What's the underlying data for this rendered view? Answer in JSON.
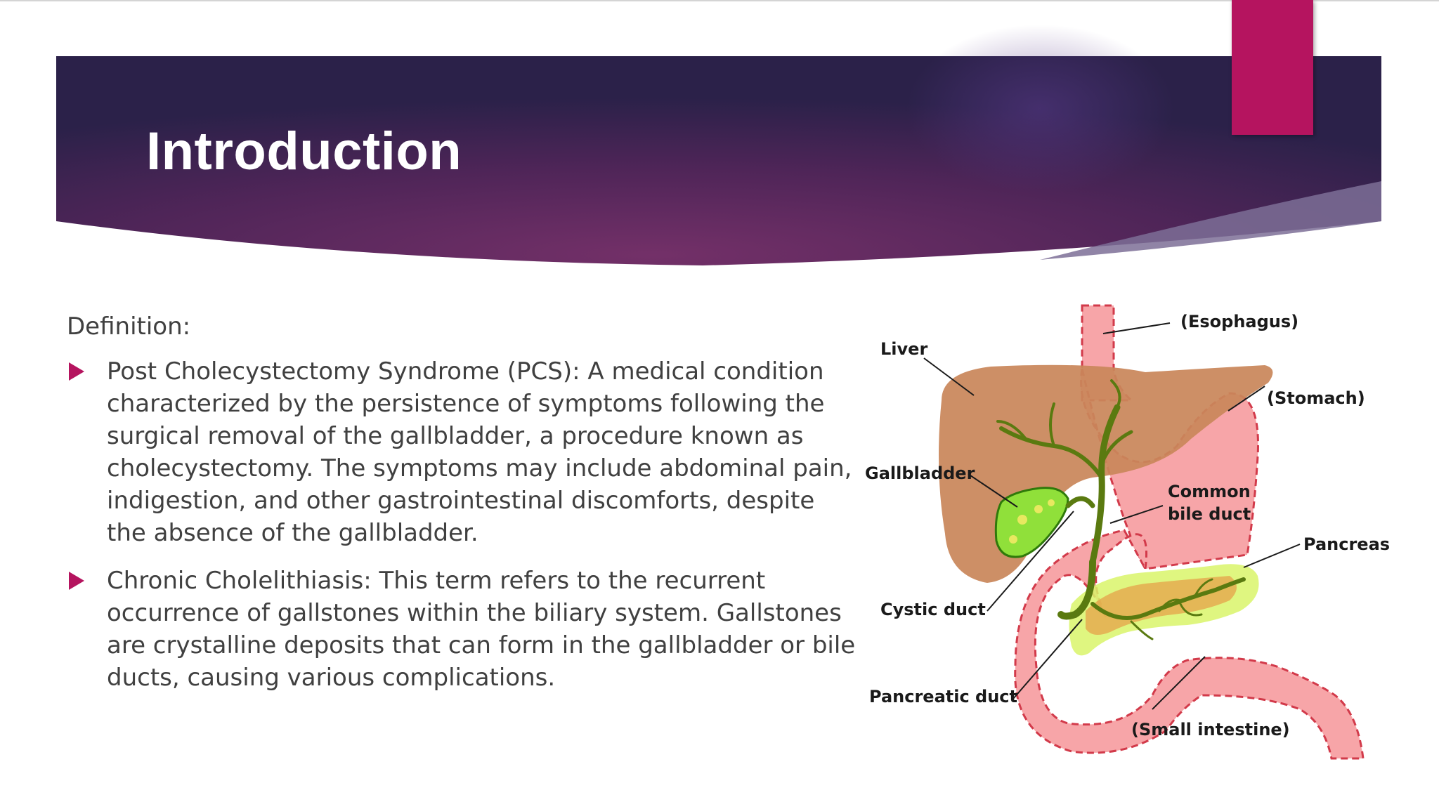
{
  "slide": {
    "title": "Introduction",
    "definition_heading": "Definition:",
    "bullets": [
      "Post Cholecystectomy Syndrome (PCS): A medical condition characterized by the persistence of symptoms following the surgical removal of the gallbladder, a procedure known as cholecystectomy. The symptoms may include abdominal pain, indigestion, and other gastrointestinal discomforts, despite the absence of the gallbladder.",
      "Chronic Cholelithiasis: This term refers to the recurrent occurrence of gallstones within the biliary system. Gallstones are crystalline deposits that can form in the gallbladder or bile ducts, causing various complications."
    ]
  },
  "diagram": {
    "labels": {
      "esophagus": "(Esophagus)",
      "liver": "Liver",
      "stomach": "(Stomach)",
      "gallbladder": "Gallbladder",
      "common_bile_duct_line1": "Common",
      "common_bile_duct_line2": "bile duct",
      "pancreas": "Pancreas",
      "cystic_duct": "Cystic duct",
      "pancreatic_duct": "Pancreatic duct",
      "small_intestine": "(Small intestine)"
    }
  },
  "colors": {
    "accent": "#b5145f",
    "banner_dark": "#2a2148",
    "banner_mid": "#6b2d63",
    "body_text": "#404040"
  },
  "icons": {
    "bullet": "right-triangle-icon"
  }
}
